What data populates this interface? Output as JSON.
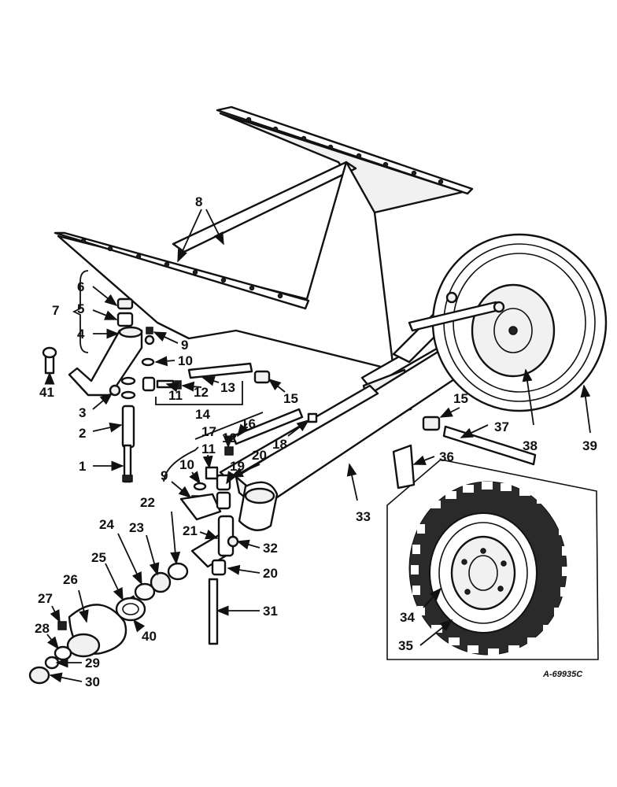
{
  "figure": {
    "drawing_number": "A-69935C",
    "callouts": [
      "1",
      "2",
      "3",
      "4",
      "5",
      "6",
      "7",
      "8",
      "9",
      "10",
      "11",
      "12",
      "13",
      "14",
      "15",
      "16",
      "17",
      "18",
      "19",
      "20",
      "21",
      "22",
      "23",
      "24",
      "25",
      "26",
      "27",
      "28",
      "29",
      "30",
      "31",
      "32",
      "33",
      "34",
      "35",
      "36",
      "37",
      "38",
      "39",
      "40",
      "41"
    ],
    "repeated_callouts": {
      "9b": "9",
      "10b": "10",
      "11b": "11",
      "12b": "12",
      "15b": "15",
      "20b": "20"
    },
    "colors": {
      "line": "#111111",
      "background": "#ffffff",
      "tread": "#2a2a2a"
    }
  }
}
